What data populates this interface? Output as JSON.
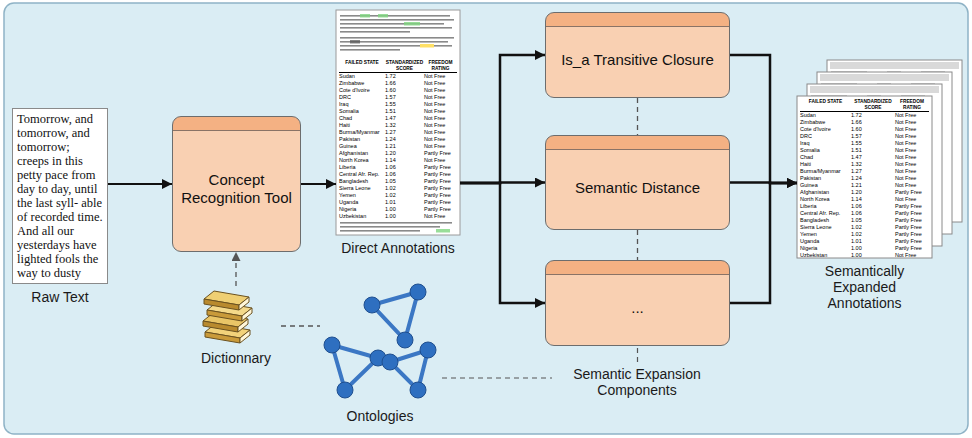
{
  "diagram": {
    "nodes": [
      {
        "text": [
          "Tomorrow, and tomorrow, and tomorrow; creeps in this petty pace from day to day, until the last syll- able of recorded time. And all our yesterdays have lighted fools the way to dusty",
          "Raw Text"
        ]
      },
      {
        "text": [
          "Concept Recognition Tool"
        ]
      },
      {
        "text": [
          "Direct Annotations"
        ]
      },
      {
        "text": [
          "Is_a Transitive Closure"
        ]
      },
      {
        "text": [
          "Semantic Distance"
        ]
      },
      {
        "text": [
          "..."
        ]
      },
      {
        "text": [
          "Semantically Expanded Annotations"
        ]
      },
      {
        "text": [
          "Dictionnary"
        ]
      },
      {
        "text": [
          "Ontologies"
        ]
      }
    ],
    "edges": [
      {
        "from": 0,
        "to": 1,
        "arrow": "to"
      },
      {
        "from": 1,
        "to": 2,
        "arrow": "to"
      },
      {
        "from": 2,
        "to": 3,
        "arrow": "to"
      },
      {
        "from": 2,
        "to": 4,
        "arrow": "to"
      },
      {
        "from": 2,
        "to": 5,
        "arrow": "to"
      },
      {
        "from": 3,
        "to": 6,
        "arrow": "to"
      },
      {
        "from": 4,
        "to": 6,
        "arrow": "to"
      },
      {
        "from": 5,
        "to": 6,
        "arrow": "to"
      },
      {
        "from": 7,
        "to": 1,
        "arrow": "to"
      },
      {
        "from": 7,
        "to": 8,
        "arrow": "none"
      },
      {
        "from": 3,
        "to": 4,
        "arrow": "none"
      },
      {
        "from": 4,
        "to": 5,
        "arrow": "none"
      }
    ],
    "labels": [
      "FAILED STATE",
      "STANDARDIZED SCORE",
      "FREEDOM RATING",
      "Sudan",
      "1.72",
      "Not Free",
      "Zimbabwe",
      "1.66",
      "Not Free",
      "Cote d'Ivoire",
      "1.60",
      "Not Free",
      "DRC",
      "1.57",
      "Not Free",
      "Iraq",
      "1.55",
      "Not Free",
      "Somalia",
      "1.51",
      "Not Free",
      "Chad",
      "1.47",
      "Not Free",
      "Haiti",
      "1.32",
      "Not Free",
      "Burma/Myanmar",
      "1.27",
      "Not Free",
      "Pakistan",
      "1.24",
      "Not Free",
      "Guinea",
      "1.21",
      "Not Free",
      "Afghanistan",
      "1.20",
      "Partly Free",
      "North Korea",
      "1.14",
      "Not Free",
      "Liberia",
      "1.06",
      "Partly Free",
      "Central Afr. Rep.",
      "1.06",
      "Partly Free",
      "Bangladesh",
      "1.05",
      "Partly Free",
      "Sierra Leone",
      "1.02",
      "Partly Free",
      "Yemen",
      "1.02",
      "Partly Free",
      "Uganda",
      "1.01",
      "Partly Free",
      "Nigeria",
      "1.00",
      "Partly Free",
      "Uzbekistan",
      "1.00",
      "Not Free",
      "FAILED STATE",
      "STANDARDIZED SCORE",
      "FREEDOM RATING",
      "Sudan",
      "1.72",
      "Not Free",
      "Zimbabwe",
      "1.66",
      "Not Free",
      "Cote d'Ivoire",
      "1.60",
      "Not Free",
      "DRC",
      "1.57",
      "Not Free",
      "Iraq",
      "1.55",
      "Not Free",
      "Somalia",
      "1.51",
      "Not Free",
      "Chad",
      "1.47",
      "Not Free",
      "Haiti",
      "1.32",
      "Not Free",
      "Burma/Myanmar",
      "1.27",
      "Not Free",
      "Pakistan",
      "1.24",
      "Not Free",
      "Guinea",
      "1.21",
      "Not Free",
      "Afghanistan",
      "1.20",
      "Partly Free",
      "North Korea",
      "1.14",
      "Not Free",
      "Liberia",
      "1.06",
      "Partly Free",
      "Central Afr. Rep.",
      "1.06",
      "Partly Free",
      "Bangladesh",
      "1.05",
      "Partly Free",
      "Sierra Leone",
      "1.02",
      "Partly Free",
      "Yemen",
      "1.02",
      "Partly Free",
      "Uganda",
      "1.01",
      "Partly Free",
      "Nigeria",
      "1.00",
      "Partly Free",
      "Uzbekistan",
      "1.00",
      "Not Free",
      "Semantic Expansion Components"
    ]
  }
}
